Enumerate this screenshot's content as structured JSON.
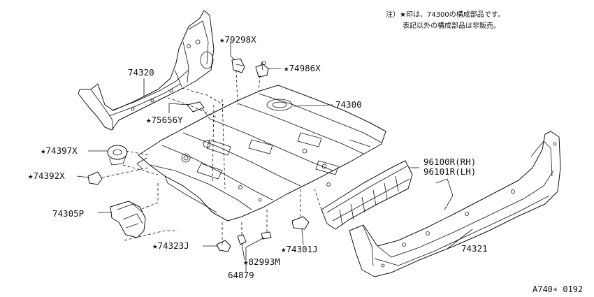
{
  "note": {
    "line1": "注）★印は、74300の構成部品です。",
    "line2": "表記以外の構成部品は非販売。"
  },
  "reference": "A740∗ 0192",
  "parts": {
    "p74320": "74320",
    "p79298x": "★79298X",
    "p74986x": "★74986X",
    "p74300": "74300",
    "p75656y": "★75656Y",
    "p74397x": "★74397X",
    "p74392x": "★74392X",
    "p96100r": "96100R(RH)",
    "p96101r": "96101R(LH)",
    "p74305p": "74305P",
    "p74323j": "★74323J",
    "p74301j": "★74301J",
    "p82993m": "★82993M",
    "p74321": "74321",
    "p64879": "64879"
  }
}
